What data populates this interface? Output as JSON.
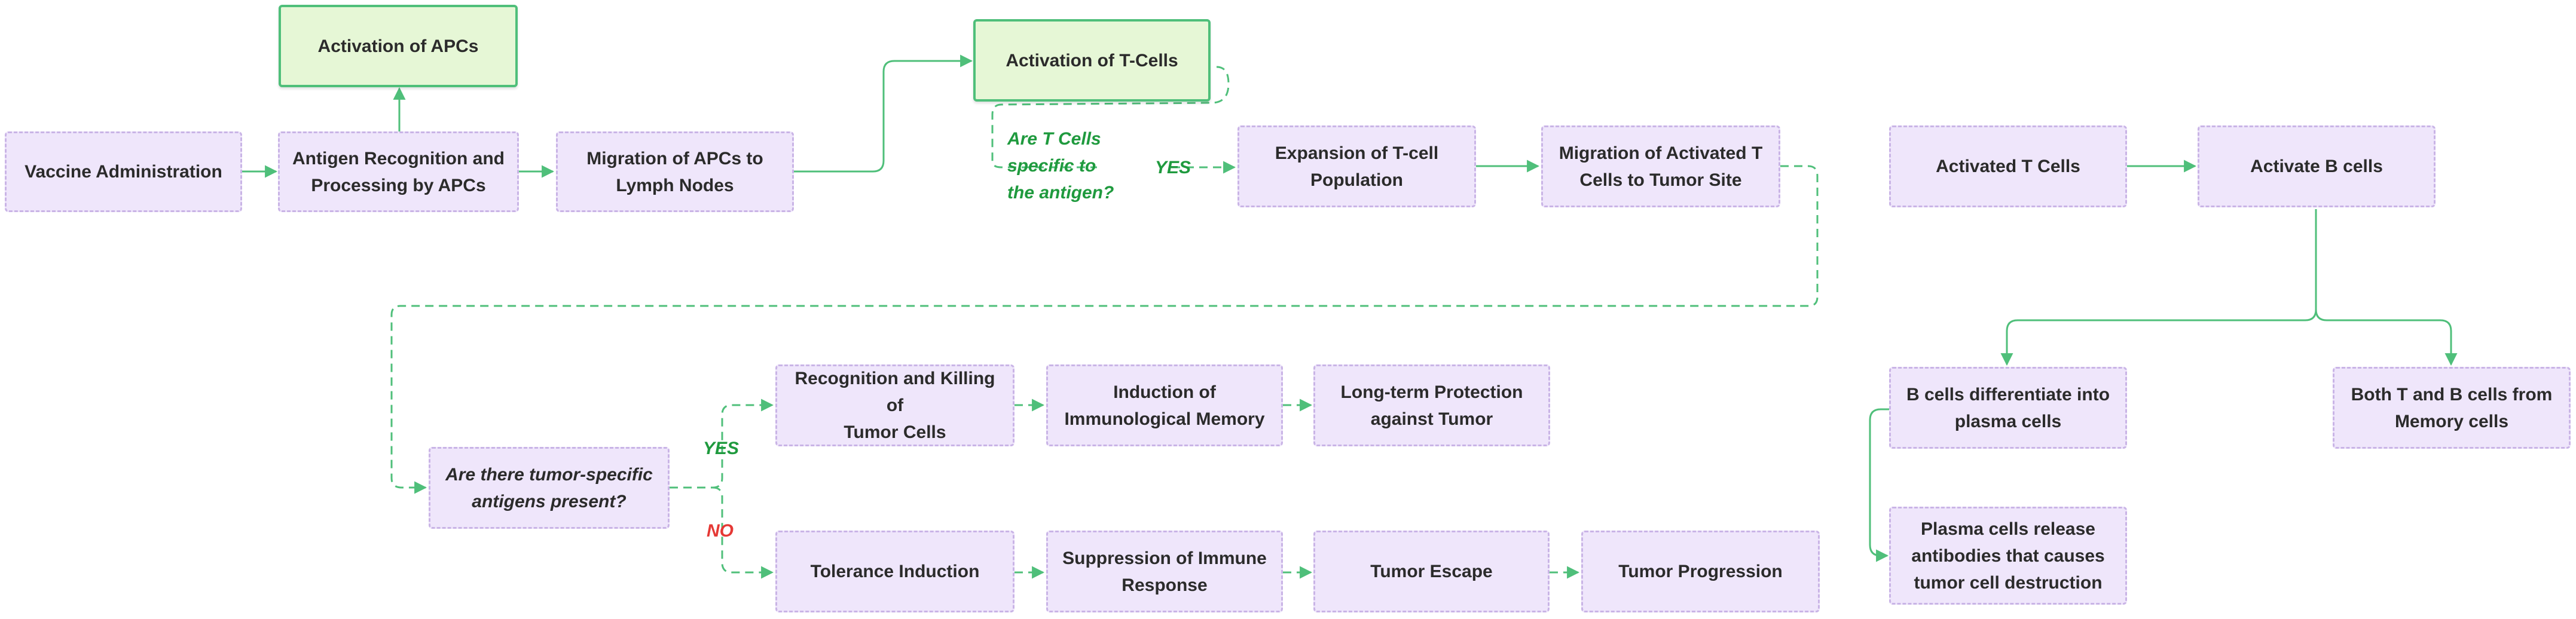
{
  "colors": {
    "node_fill": "#efe6fb",
    "node_border": "#c9b4e6",
    "highlight_fill": "#e6f7d6",
    "highlight_border": "#4fbf7a",
    "connector": "#4fbf7a",
    "yes_label": "#1f9a3e",
    "no_label": "#e53935"
  },
  "nodes": {
    "vaccine_administration": "Vaccine Administration",
    "antigen_recognition": "Antigen Recognition and\nProcessing by APCs",
    "activation_apcs": "Activation of  APCs",
    "migration_apcs": "Migration of APCs to\nLymph Nodes",
    "activation_tcells": "Activation of T-Cells",
    "tcell_question": "Are T Cells\nspecific to\nthe antigen?",
    "expansion_tcells": "Expansion of T-cell\nPopulation",
    "migration_tcells": "Migration of Activated T\nCells to Tumor Site",
    "activated_tcells": "Activated T Cells",
    "activate_bcells": "Activate B cells",
    "bcells_differentiate": "B cells differentiate into\nplasma cells",
    "memory_cells": "Both T and B cells from\nMemory cells",
    "plasma_release": "Plasma cells release\nantibodies that causes\ntumor cell destruction",
    "tumor_question": "Are there tumor-specific\nantigens present?",
    "recognition_killing": "Recognition and Killing of\nTumor Cells",
    "immunological_memory": "Induction of\nImmunological Memory",
    "longterm_protection": "Long-term Protection\nagainst Tumor",
    "tolerance_induction": "Tolerance Induction",
    "suppression": "Suppression of Immune\nResponse",
    "tumor_escape": "Tumor Escape",
    "tumor_progression": "Tumor Progression"
  },
  "labels": {
    "yes_tcell": "YES",
    "yes_tumor": "YES",
    "no_tumor": "NO"
  }
}
